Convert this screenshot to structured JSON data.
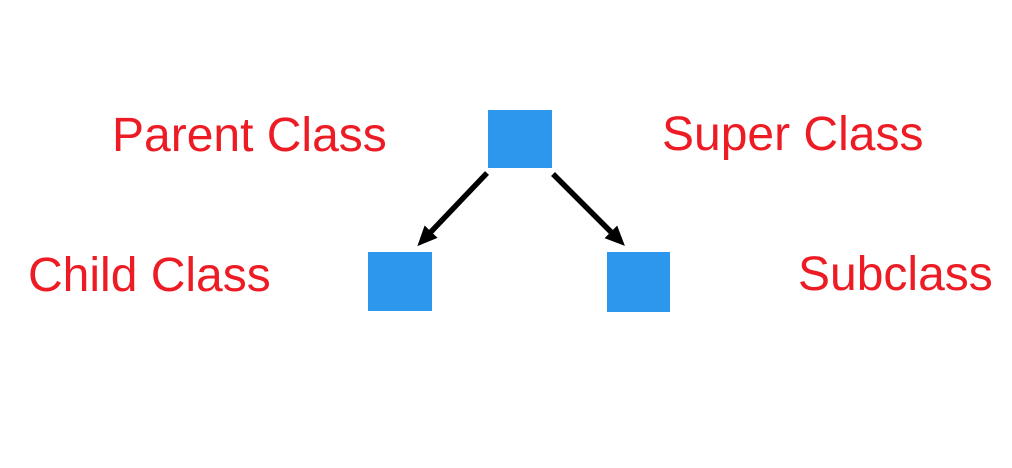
{
  "diagram": {
    "title": "class-inheritance-diagram",
    "labels": {
      "parent": "Parent Class",
      "super": "Super Class",
      "child": "Child Class",
      "subclass": "Subclass"
    },
    "colors": {
      "canvas_bg": "#ffffff",
      "node_fill": "#2D96ED",
      "label_text": "#ED1C24",
      "arrow": "#000000"
    },
    "structure": {
      "top_node_aliases": [
        "Parent Class",
        "Super Class"
      ],
      "bottom_node_aliases": [
        "Child Class",
        "Subclass"
      ],
      "relationship": "top node points to two child nodes with arrows"
    }
  }
}
